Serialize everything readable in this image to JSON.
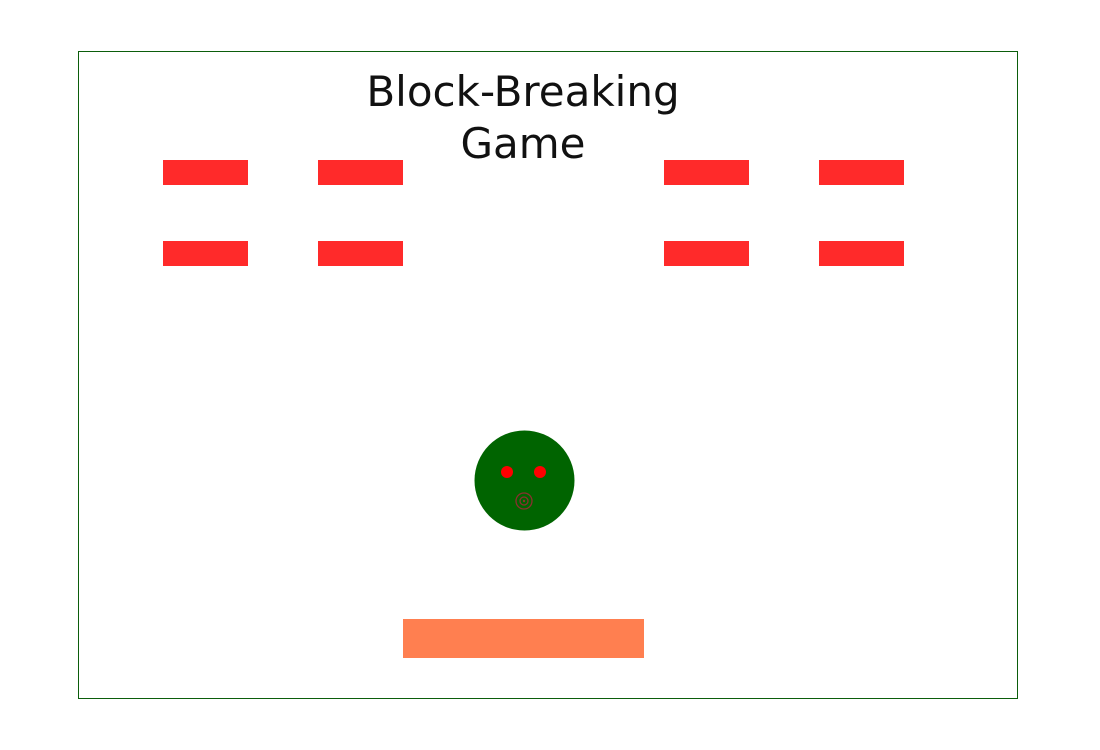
{
  "game": {
    "title": "Block-Breaking Game"
  },
  "colors": {
    "frame_border": "#0b5d0b",
    "brick": "#ff2a2a",
    "ball": "#006400",
    "ball_eyes": "#ff0000",
    "paddle": "#ff7f50"
  },
  "bricks": [
    {
      "name": "brick-row1-col1"
    },
    {
      "name": "brick-row1-col2"
    },
    {
      "name": "brick-row1-col3"
    },
    {
      "name": "brick-row1-col4"
    },
    {
      "name": "brick-row2-col1"
    },
    {
      "name": "brick-row2-col2"
    },
    {
      "name": "brick-row2-col3"
    },
    {
      "name": "brick-row2-col4"
    }
  ],
  "ball": {
    "icon": "smiley-ball-icon"
  },
  "paddle": {
    "icon": "paddle"
  }
}
